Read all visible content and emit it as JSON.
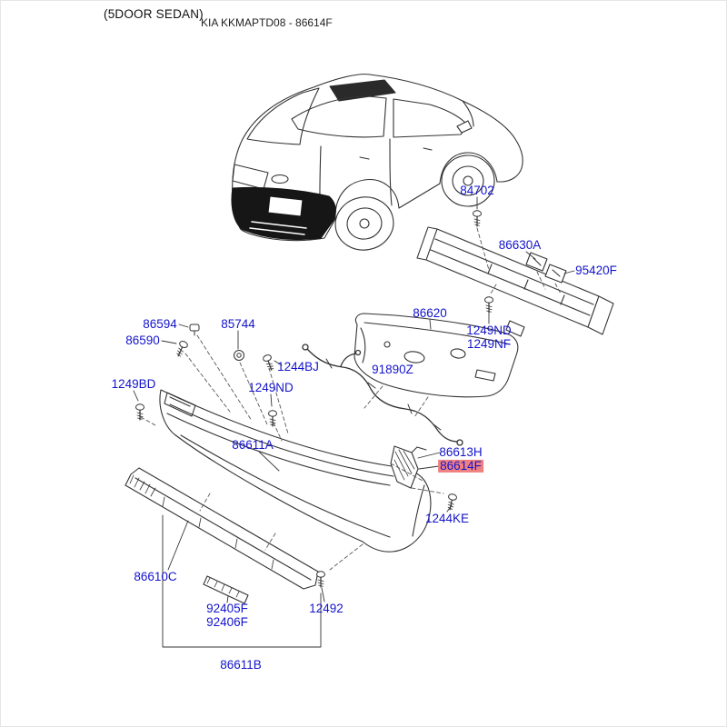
{
  "header": {
    "variant": "(5DOOR SEDAN)",
    "title": "KIA KKMAPTD08 - 86614F"
  },
  "diagram": {
    "highlighted_part": "86614F"
  },
  "colors": {
    "label_text": "#1414cc",
    "highlight_bg": "#f08080",
    "line_art": "#333333"
  },
  "labels": {
    "p84702": "84702",
    "p86630A": "86630A",
    "p95420F": "95420F",
    "p86620": "86620",
    "p1249ND_a": "1249ND",
    "p1249NF": "1249NF",
    "p86594": "86594",
    "p86590": "86590",
    "p85744": "85744",
    "p1244BJ": "1244BJ",
    "p91890Z": "91890Z",
    "p1249BD": "1249BD",
    "p1249ND_b": "1249ND",
    "p86611A": "86611A",
    "p86613H": "86613H",
    "p86614F": "86614F",
    "p1244KE": "1244KE",
    "p86610C": "86610C",
    "p92405F": "92405F",
    "p92406F": "92406F",
    "p12492": "12492",
    "p86611B": "86611B"
  }
}
